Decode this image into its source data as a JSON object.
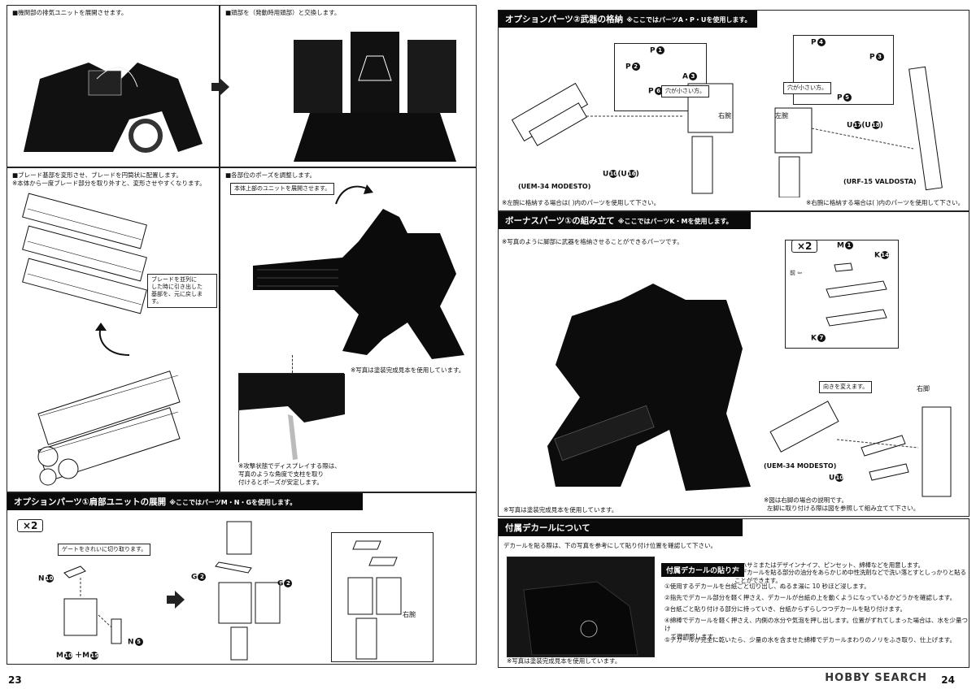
{
  "left": {
    "p1": {
      "caption": "■機関部の排気ユニットを展開させます。"
    },
    "p2": {
      "caption": "■頭部を（発動時用頭部）と交換します。"
    },
    "p3": {
      "caption1": "■ブレード基部を変形させ、ブレードを円筒状に配置します。",
      "caption2": "※本体から一度ブレード部分を取り外すと、変形させやすくなります。",
      "callout": "ブレードを並列に\nした時に引き出した\n基部を、元に戻します。"
    },
    "p4": {
      "caption": "■各部位のポーズを調整します。",
      "callout": "本体上部のユニットを展開させます。",
      "note": "※写真は塗装完成見本を使用しています。",
      "inset_note": "※攻撃状態でディスプレイする際は、\n写真のような角度で支柱を取り\n付けるとポーズが安定します。"
    },
    "p5": {
      "title": "オプションパーツ①肩部ユニットの展開",
      "subtitle": "※ここではパーツM・N・Gを使用します。",
      "x2": "×2",
      "callout": "ゲートをきれいに切り取ります。",
      "labels": {
        "n10": "N",
        "n10num": "10",
        "m10": "M",
        "m10num": "10",
        "plus": "＋M",
        "m15num": "15",
        "n5": "N",
        "n5num": "5",
        "g2a": "G",
        "g2anum": "2",
        "g2b": "G",
        "g2bnum": "2",
        "right_arm": "右腕"
      }
    },
    "page_number": "23"
  },
  "right": {
    "p1": {
      "title": "オプションパーツ②武器の格納",
      "subtitle": "※ここではパーツA・P・Uを使用します。",
      "labels": {
        "p1": "P",
        "p1num": "1",
        "p2": "P",
        "p2num": "2",
        "a3": "A",
        "a3num": "3",
        "p6": "P",
        "p6num": "6",
        "hole": "穴が小さい方。",
        "right_arm": "右腕",
        "u10": "U",
        "u10num": "10",
        "u16": "(U",
        "u16num": "16",
        "u16close": ")",
        "weapon": "(UEM-34 MODESTO)",
        "p4": "P",
        "p4num": "4",
        "p3": "P",
        "p3num": "3",
        "p5": "P",
        "p5num": "5",
        "hole2": "穴が小さい方。",
        "left_arm": "左腕",
        "u17": "U",
        "u17num": "17",
        "u18": "(U",
        "u18num": "18",
        "u18close": ")",
        "weapon2": "(URF-15 VALDOSTA)"
      },
      "note1": "※左腕に格納する場合は( )内のパーツを使用して下さい。",
      "note2": "※右腕に格納する場合は( )内のパーツを使用して下さい。"
    },
    "p2": {
      "title": "ボーナスパーツ①の組み立て",
      "subtitle": "※ここではパーツK・Mを使用します。",
      "caption": "※写真のように脚部に武器を格納させることができるパーツです。",
      "x2": "×2",
      "labels": {
        "m1": "M",
        "m1num": "1",
        "k14": "K",
        "k14num": "14",
        "k7": "K",
        "k7num": "7",
        "front": "前",
        "right_leg": "右脚",
        "u10": "U",
        "u10num": "10",
        "weapon": "(UEM-34 MODESTO)"
      },
      "callout": "向きを変えます。",
      "note_photo": "※写真は塗装完成見本を使用しています。",
      "note1": "※図は右脚の場合の説明です。",
      "note2": "左脚に取り付ける際は図を参照して組み立てて下さい。"
    },
    "p3": {
      "title": "付属デカールについて",
      "intro": "デカールを貼る際は、下の写真を参考にして貼り付け位置を確認して下さい。",
      "howto_title": "付属デカールの貼り方",
      "bullets": [
        "◆ ハサミまたはデザインナイフ、ピンセット、綿棒などを用意します。",
        "◆ デカールを貼る部分の油分をあらかじめ中性洗剤などで洗い落とすとしっかりと貼ることができます。"
      ],
      "steps": [
        "①使用するデカールを台紙ごと切り出し、ぬるま湯に 10 秒ほど浸します。",
        "②指先でデカール部分を軽く押さえ、デカールが台紙の上を動くようになっているかどうかを確認します。",
        "③台紙ごと貼り付ける部分に持っていき、台紙からずらしつつデカールを貼り付けます。",
        "④綿棒でデカールを軽く押さえ、内側の水分や気泡を押し出します。位置がずれてしまった場合は、水を少量つけ\n　て微調整します。",
        "⑤デカールが完全に乾いたら、少量の水を含ませた綿棒でデカールまわりのノリをふき取り、仕上げます。"
      ],
      "note_photo": "※写真は塗装完成見本を使用しています。"
    },
    "page_number": "24",
    "logo": "HOBBY SEARCH"
  }
}
